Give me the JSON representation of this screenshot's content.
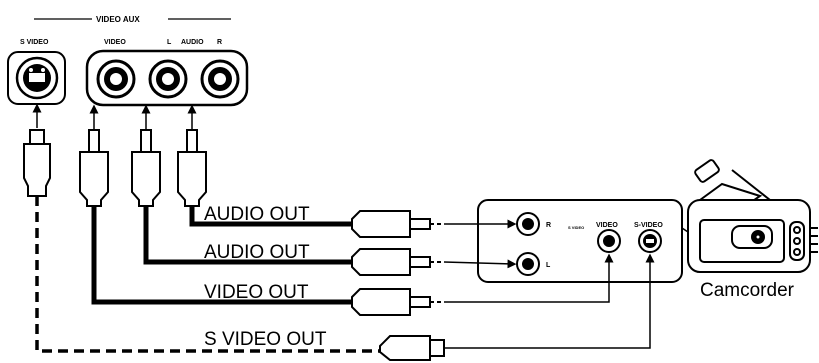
{
  "panel": {
    "title": "VIDEO  AUX",
    "svideo_label": "S VIDEO",
    "video_label": "VIDEO",
    "l_label": "L",
    "audio_label": "AUDIO",
    "r_label": "R"
  },
  "cables": {
    "audio_out_1": "AUDIO OUT",
    "audio_out_2": "AUDIO OUT",
    "video_out": "VIDEO OUT",
    "svideo_out": "S VIDEO OUT"
  },
  "device_panel": {
    "r": "R",
    "l": "L",
    "s_video_small": "S VIDEO",
    "video": "VIDEO",
    "s_video": "S-VIDEO"
  },
  "device": {
    "name": "Camcorder"
  }
}
